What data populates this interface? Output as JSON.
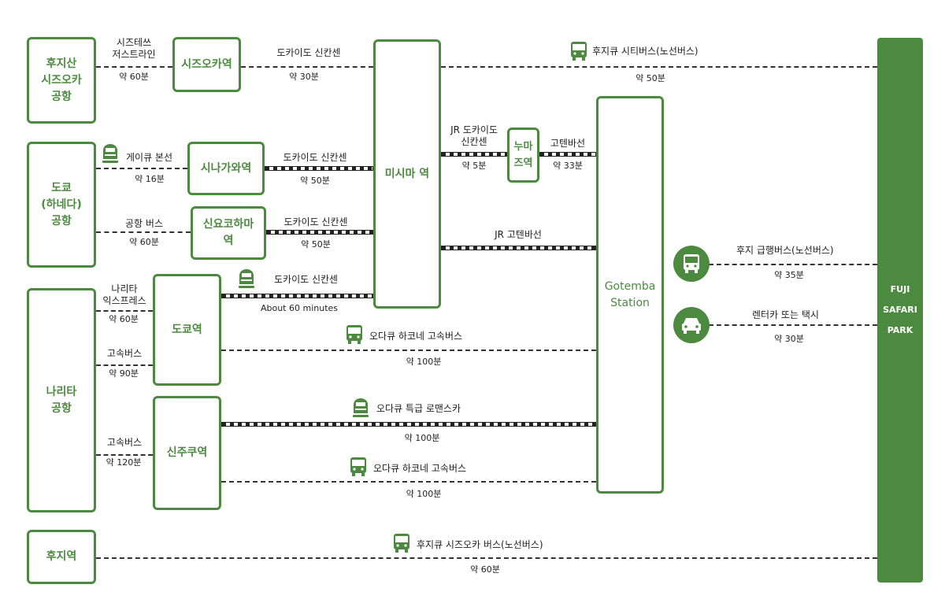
{
  "colors": {
    "green": "#4c8a3f",
    "line": "#333333"
  },
  "destination": {
    "name": "FUJI\nSAFARI\nPARK"
  },
  "origins": {
    "shizuoka_airport": "후지산\n시즈오카\n공항",
    "haneda": "도쿄\n(하네다)\n공항",
    "narita": "나리타\n공항",
    "fuji_station": "후지역"
  },
  "stations": {
    "shizuoka": "시즈오카역",
    "shinagawa": "시나가와역",
    "shin_yokohama": "신요코하마\n역",
    "tokyo": "도쿄역",
    "shinjuku": "신주쿠역",
    "mishima": "미시마 역",
    "numazu": "누마즈역",
    "gotemba": "Gotemba\nStation"
  },
  "routes": {
    "shizuoka_airport_to_shizuoka": {
      "name": "시즈테쓰\n저스트라인",
      "time": "약 60분"
    },
    "shizuoka_to_mishima": {
      "name": "도카이도 신칸센",
      "time": "약 30분"
    },
    "mishima_direct": {
      "name": "후지큐 시티버스(노선버스)",
      "time": "약 50분"
    },
    "haneda_to_shinagawa": {
      "name": "게이큐 본선",
      "time": "약 16분"
    },
    "shinagawa_to_mishima": {
      "name": "도카이도 신칸센",
      "time": "약 50분"
    },
    "mishima_to_numazu": {
      "name": "JR 도카이도\n신칸센",
      "time": "약 5분"
    },
    "numazu_to_gotemba": {
      "name": "고텐바선",
      "time": "약 33분"
    },
    "haneda_to_shin_yokohama": {
      "name": "공항 버스",
      "time": "약 60분"
    },
    "shin_yokohama_to_mishima": {
      "name": "도카이도 신칸센",
      "time": "약 50분"
    },
    "mishima_to_gotemba": {
      "name": "JR 고텐바선"
    },
    "narita_to_tokyo_express": {
      "name": "나리타\n익스프레스",
      "time": "약 60분"
    },
    "tokyo_to_mishima": {
      "name": "도카이도 신칸센",
      "time": "About 60 minutes"
    },
    "narita_to_tokyo_bus": {
      "name": "고속버스",
      "time": "약 90분"
    },
    "tokyo_to_gotemba": {
      "name": "오다큐 하코네 고속버스",
      "time": "약 100분"
    },
    "shinjuku_romancecar": {
      "name": "오다큐 특급 로맨스카",
      "time": "약 100분"
    },
    "narita_to_shinjuku": {
      "name": "고속버스",
      "time": "약 120분"
    },
    "shinjuku_bus": {
      "name": "오다큐 하코네 고속버스",
      "time": "약 100분"
    },
    "gotemba_express_bus": {
      "name": "후지 급행버스(노선버스)",
      "time": "약 35분"
    },
    "gotemba_rental": {
      "name": "렌터카 또는 택시",
      "time": "약 30분"
    },
    "fuji_bus": {
      "name": "후지큐 시즈오카 버스(노선버스)",
      "time": "약 60분"
    }
  }
}
